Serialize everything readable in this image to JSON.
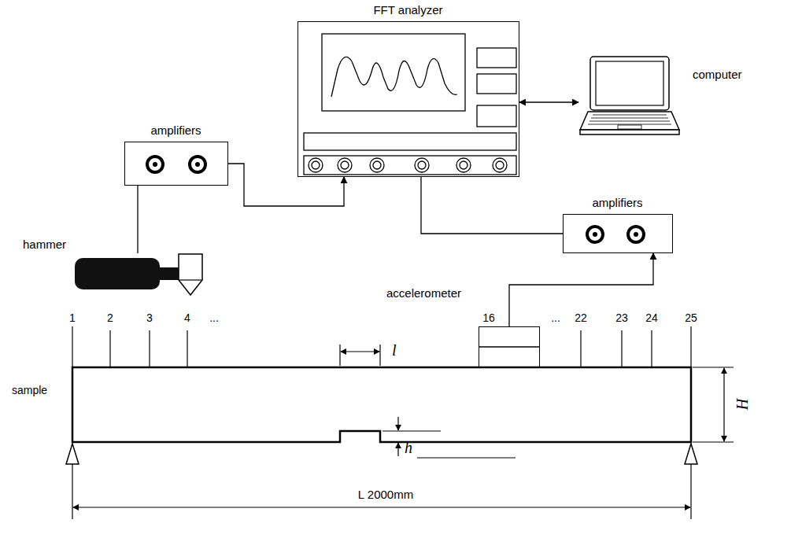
{
  "diagram": {
    "nodes": [
      {
        "text": [
          "FFT analyzer"
        ]
      },
      {
        "text": [
          "computer"
        ]
      },
      {
        "text": [
          "amplifiers"
        ]
      },
      {
        "text": [
          "amplifiers"
        ]
      },
      {
        "text": [
          "hammer"
        ]
      },
      {
        "text": [
          "accelerometer"
        ]
      }
    ],
    "edges": [
      {
        "from": 0,
        "to": 1,
        "arrow": "both"
      },
      {
        "from": 2,
        "to": 0,
        "arrow": "to"
      },
      {
        "from": 4,
        "to": 2,
        "arrow": "none"
      },
      {
        "from": 0,
        "to": 3,
        "arrow": "none"
      },
      {
        "from": 5,
        "to": 3,
        "arrow": "to"
      }
    ],
    "labels": [
      "sample",
      "1",
      "2",
      "3",
      "4",
      "...",
      "16",
      "...",
      "22",
      "23",
      "24",
      "25",
      "l",
      "h",
      "H",
      "L 2000mm"
    ]
  }
}
